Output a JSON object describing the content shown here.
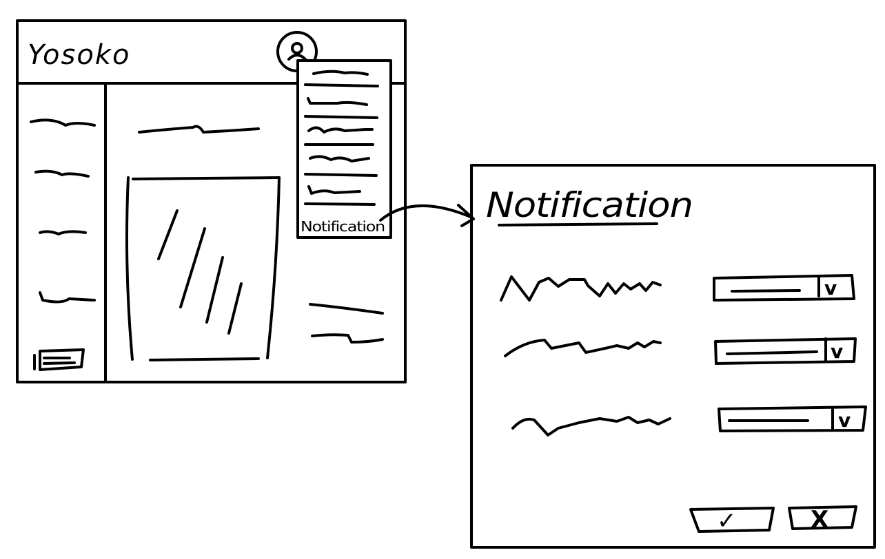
{
  "app": {
    "brand": "Yosoko"
  },
  "dropdown_menu": {
    "last_item": "Notification"
  },
  "dialog": {
    "title": "Notification",
    "select_chevron": "v",
    "confirm_label": "✓",
    "cancel_label": "X"
  },
  "icons": {
    "profile": "user-icon",
    "confirm": "check-icon",
    "cancel": "close-icon"
  }
}
